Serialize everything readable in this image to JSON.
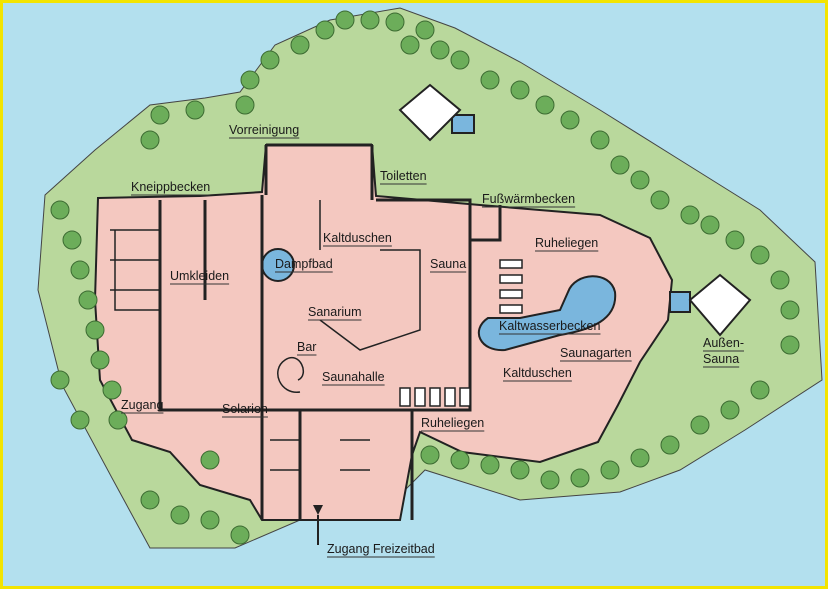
{
  "colors": {
    "water": "#b3e0ee",
    "garden": "#b9d89c",
    "interior": "#f4c8c0",
    "pool": "#7ab6dd",
    "frame": "#f3e400",
    "tree": "#6cad5a"
  },
  "labels": {
    "vorreinigung": "Vorreinigung",
    "toiletten": "Toiletten",
    "kneippbecken": "Kneippbecken",
    "fusswaermbecken": "Fußwärmbecken",
    "kaltduschen_top": "Kaltduschen",
    "ruheliegen_top": "Ruheliegen",
    "dampfbad": "Dampfbad",
    "sauna": "Sauna",
    "umkleiden": "Umkleiden",
    "sanarium": "Sanarium",
    "kaltwasserbecken": "Kaltwasserbecken",
    "saunagarten": "Saunagarten",
    "bar": "Bar",
    "saunahalle": "Saunahalle",
    "aussen_sauna_1": "Außen-",
    "aussen_sauna_2": "Sauna",
    "kaltduschen_bottom": "Kaltduschen",
    "zugang": "Zugang",
    "solarien": "Solarien",
    "ruheliegen_bottom": "Ruheliegen",
    "zugang_freizeitbad": "Zugang Freizeitbad"
  }
}
